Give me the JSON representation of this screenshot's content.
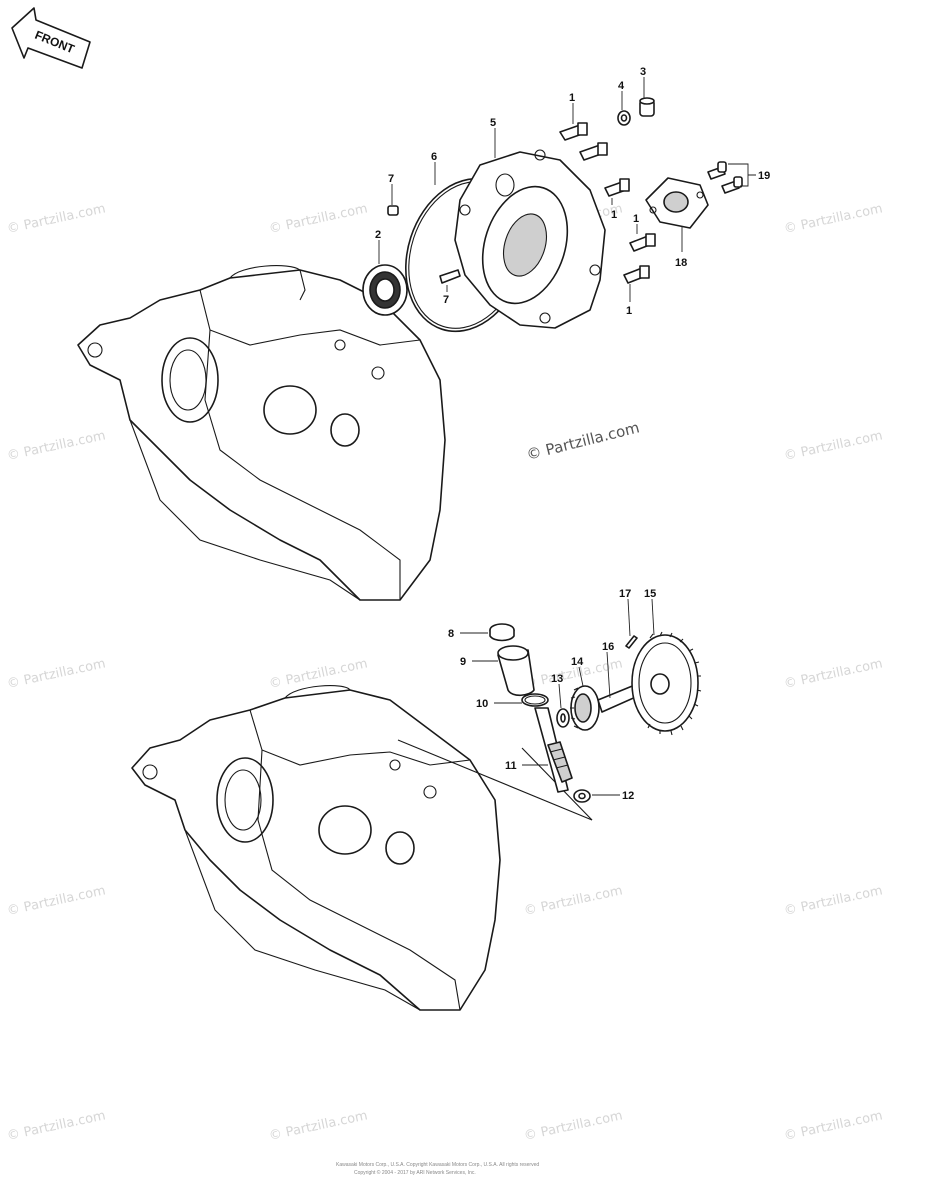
{
  "front_label": "FRONT",
  "watermark_text": "© Partzilla.com",
  "center_watermark_text": "© Partzilla.com",
  "callouts": {
    "c1a": "1",
    "c1b": "1",
    "c1c": "1",
    "c1d": "1",
    "c2": "2",
    "c3": "3",
    "c4": "4",
    "c5": "5",
    "c6": "6",
    "c7a": "7",
    "c7b": "7",
    "c8": "8",
    "c9": "9",
    "c10": "10",
    "c11": "11",
    "c12": "12",
    "c13": "13",
    "c14": "14",
    "c15": "15",
    "c16": "16",
    "c17": "17",
    "c18": "18",
    "c19": "19"
  },
  "footer": {
    "line1": "Kawasaki Motors Corp., U.S.A. Copyright Kawasaki Motors Corp., U.S.A. All rights reserved",
    "line2": "Copyright © 2004 - 2017 by ARI Network Services, Inc."
  },
  "colors": {
    "ink": "#1a1a1a",
    "watermark": "#d6d6d6",
    "background": "#ffffff"
  }
}
